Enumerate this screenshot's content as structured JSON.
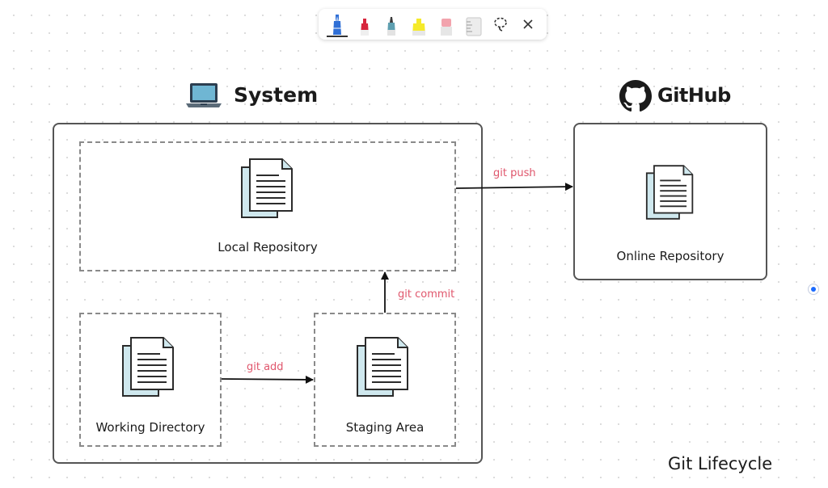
{
  "toolbar": {
    "tools": [
      {
        "icon": "blue-pen-icon",
        "color": "#2f6fd6",
        "selected": true
      },
      {
        "icon": "red-pen-icon",
        "color": "#d7263d"
      },
      {
        "icon": "teal-pen-icon",
        "color": "#5e9fb0"
      },
      {
        "icon": "yellow-highlighter-icon",
        "color": "#f5ea2a"
      },
      {
        "icon": "eraser-icon",
        "color": "#f2a3ad"
      },
      {
        "icon": "ruler-icon",
        "color": "#d9d9d9"
      },
      {
        "icon": "lasso-select-icon"
      },
      {
        "icon": "close-icon"
      }
    ]
  },
  "headings": {
    "system": "System",
    "github": "GitHub"
  },
  "nodes": {
    "local_repository": "Local Repository",
    "working_directory": "Working Directory",
    "staging_area": "Staging Area",
    "online_repository": "Online Repository"
  },
  "commands": {
    "git_push": "git push",
    "git_commit": "git commit",
    "git_add": "git add"
  },
  "footer": "Git Lifecycle",
  "colors": {
    "command_text": "#e0566c",
    "document_fill": "#cfe8ee",
    "border": "#555555",
    "dash": "#8a8a8a"
  }
}
